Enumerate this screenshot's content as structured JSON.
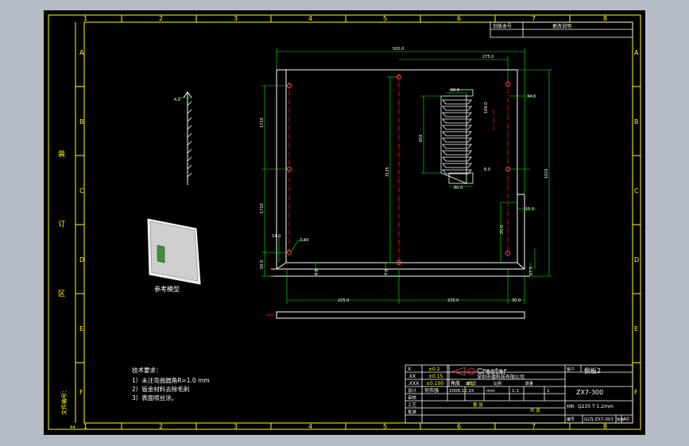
{
  "border": {
    "top_numbers": [
      "1",
      "2",
      "3",
      "4",
      "5",
      "6",
      "7",
      "8"
    ],
    "bottom_numbers": [
      "1",
      "2",
      "3",
      "4",
      "5",
      "6",
      "7",
      "8"
    ],
    "side_letters": [
      "A",
      "B",
      "C",
      "D",
      "E",
      "F"
    ],
    "binding_chars": [
      "装",
      "订",
      "区"
    ],
    "corner_code": "A4",
    "side_note": "文件编号："
  },
  "revision": {
    "col1": "旧版本号",
    "col2": "更改说明"
  },
  "dimensions": {
    "overall_width": "500.0",
    "top_to_funnel": "275.0",
    "dim_height_left": "1710",
    "dim_left_lower": "1710",
    "dim_left_small": "50.0",
    "dim_mid_height": "3135",
    "dim_right_height": "1015",
    "funnel_width": "60.0",
    "funnel_height": "650",
    "funnel_bottom": "60.0",
    "fin_pitch": "100.0",
    "right_top": "34.0",
    "right_mid": "8.0",
    "notch_h": "15.5",
    "notch_v": "20.0",
    "bottom_left": "225.0",
    "bottom_mid": "220.0",
    "bottom_right": "30.0",
    "hole_dia": "7.49",
    "side_off": "14.0",
    "foot_h": "9.8",
    "foot_r": "7.0",
    "right_foot": "27.5",
    "side_view_dim": "4.0"
  },
  "reference_label": "参考模型",
  "tech_req": {
    "title": "技术要求：",
    "items": [
      "1）未注弯曲圆角R=1.0 mm",
      "2）钣金材料去除毛刺",
      "3）表面喷丝涂。"
    ]
  },
  "title_block": {
    "tol": [
      [
        "X",
        "±0.2"
      ],
      [
        ".XX",
        "±0.15"
      ],
      [
        ".XXX",
        "±0.100"
      ],
      [
        "角度",
        "±0.5"
      ]
    ],
    "company": "深圳市德科技有限公司",
    "logo_text": "Creater",
    "customer_label": "客户",
    "part_name": "侧板2",
    "drawing_no": "ZX7-300",
    "material_label": "材料",
    "material": "Q235 T 1.2mm",
    "code_label": "编号",
    "code": "GLTJ-ZX7-003",
    "version_label": "版本",
    "version": "A0",
    "designer_label": "设计",
    "designer": "何伟强",
    "date": "2008.12.25",
    "unit_label": "单位",
    "unit": "mm",
    "scale_label": "比例",
    "scale": "1:1",
    "qty_label": "数量",
    "qty": "1",
    "checker_label": "审核",
    "approver_label": "批准",
    "sheet_label": "第 张",
    "total_label": "共 张",
    "process_label": "工艺"
  },
  "colors": {
    "background": "#000000",
    "frame": "#ffff00",
    "outline": "#ffffff",
    "dimension": "#00ff00",
    "centerline": "#ff0000",
    "text": "#ffffff",
    "chrome": "#b6bcc6"
  }
}
